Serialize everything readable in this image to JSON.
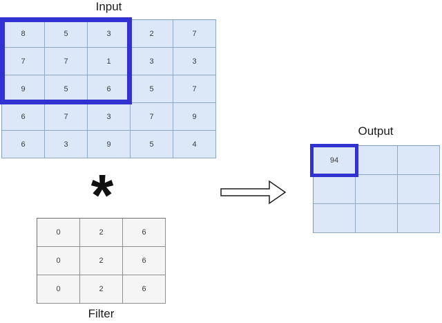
{
  "input": {
    "label": "Input",
    "grid": [
      [
        "8",
        "5",
        "3",
        "2",
        "7"
      ],
      [
        "7",
        "7",
        "1",
        "3",
        "3"
      ],
      [
        "9",
        "5",
        "6",
        "5",
        "7"
      ],
      [
        "6",
        "7",
        "3",
        "7",
        "9"
      ],
      [
        "6",
        "3",
        "9",
        "5",
        "4"
      ]
    ]
  },
  "operator_symbol": "*",
  "filter": {
    "label": "Filter",
    "grid": [
      [
        "0",
        "2",
        "6"
      ],
      [
        "0",
        "2",
        "6"
      ],
      [
        "0",
        "2",
        "6"
      ]
    ]
  },
  "output": {
    "label": "Output",
    "grid": [
      [
        "94",
        "",
        ""
      ],
      [
        "",
        "",
        ""
      ],
      [
        "",
        "",
        ""
      ]
    ]
  },
  "colors": {
    "highlight_blue": "#3232d2",
    "matrix_cell_fill": "#dce8f8",
    "matrix_cell_border": "#8da9c4",
    "filter_cell_fill": "#f5f5f5",
    "filter_cell_border": "#8f8f8f",
    "arrow_outline": "#1a1a1a"
  }
}
